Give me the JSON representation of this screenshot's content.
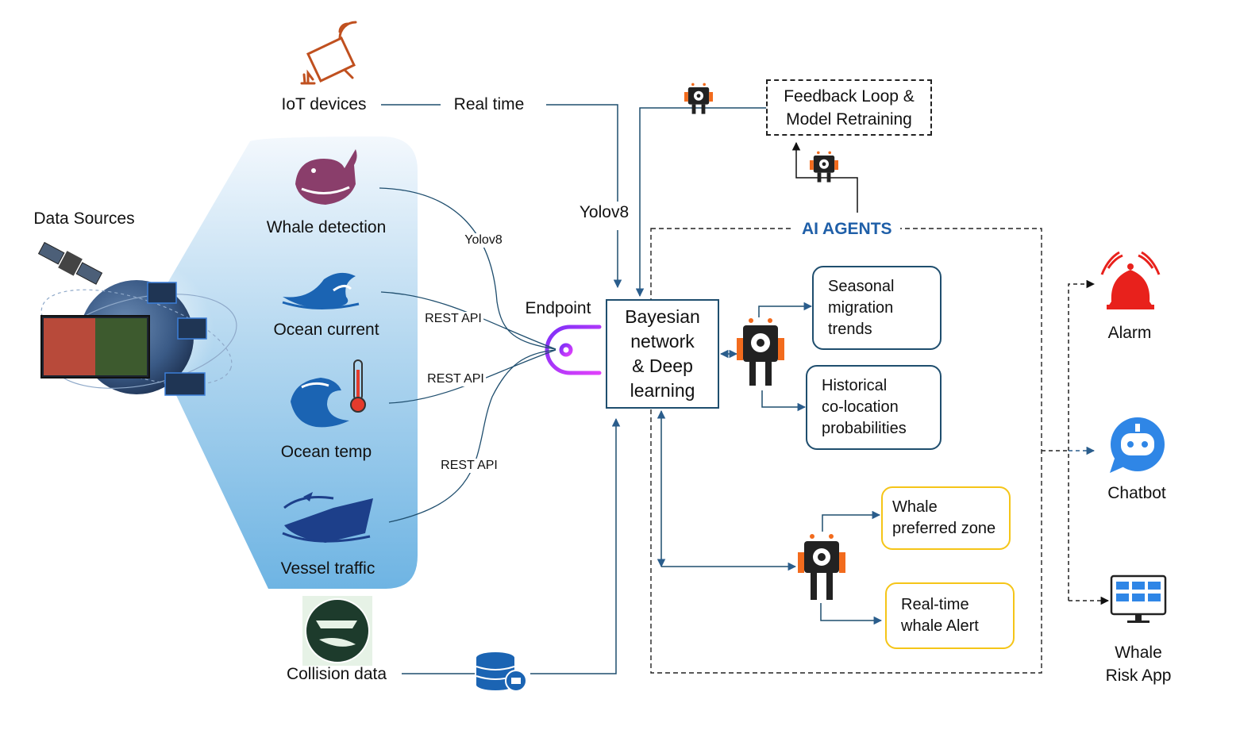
{
  "diagram": {
    "data_sources_label": "Data Sources",
    "iot_label": "IoT devices",
    "realtime_label": "Real time",
    "yolov8_main_label": "Yolov8",
    "endpoint_label": "Endpoint",
    "collision_label": "Collision data",
    "sources": [
      {
        "label": "Whale detection",
        "connector": "Yolov8"
      },
      {
        "label": "Ocean current",
        "connector": "REST API"
      },
      {
        "label": "Ocean temp",
        "connector": "REST API"
      },
      {
        "label": "Vessel traffic",
        "connector": "REST API"
      }
    ],
    "bayesian": {
      "lines": [
        "Bayesian",
        "network",
        "& Deep",
        "learning"
      ]
    },
    "feedback": {
      "lines": [
        "Feedback Loop &",
        "Model Retraining"
      ]
    },
    "ai_agents_title": "AI AGENTS",
    "agent_outputs": [
      {
        "lines": [
          "Seasonal",
          "migration",
          "trends"
        ]
      },
      {
        "lines": [
          "Historical",
          "co-location",
          "probabilities"
        ]
      },
      {
        "lines": [
          "Whale",
          "preferred zone"
        ]
      },
      {
        "lines": [
          "Real-time",
          "whale Alert"
        ]
      }
    ],
    "apps": [
      {
        "label": "Alarm",
        "icon": "alarm-bell-icon"
      },
      {
        "label": "Chatbot",
        "icon": "chatbot-icon"
      },
      {
        "label_lines": [
          "Whale",
          "Risk App"
        ],
        "icon": "monitor-dashboard-icon"
      }
    ],
    "colors": {
      "line": "#1f4e6e",
      "arrow_blue": "#2a5d8c",
      "agents_title": "#1f5fa8",
      "endpoint_gradient": [
        "#7b2ff7",
        "#e040fb"
      ],
      "yellow_border": "#f5c518",
      "robot_orange": "#f26b1d",
      "alarm_red": "#e8211c",
      "chatbot_blue": "#2f86e6",
      "iot_orange": "#c0501f"
    }
  }
}
